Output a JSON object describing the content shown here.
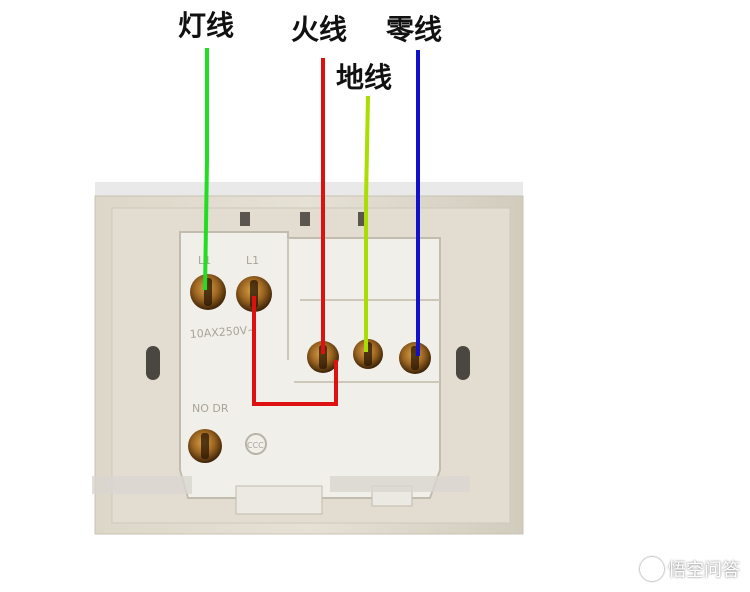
{
  "labels": {
    "lamp_wire": "灯线",
    "live_wire": "火线",
    "neutral_wire": "零线",
    "ground_wire": "地线"
  },
  "engravings": {
    "l1_left": "L1",
    "l1_right": "L1",
    "rating": "10AX250V~",
    "nodrill": "NO DR",
    "ccc": "CCC"
  },
  "watermark": {
    "text": "悟空问答"
  },
  "colors": {
    "lamp_wire": "#22dd22",
    "live_wire": "#dd1111",
    "neutral_wire": "#1111cc",
    "ground_wire": "#aadd00"
  }
}
